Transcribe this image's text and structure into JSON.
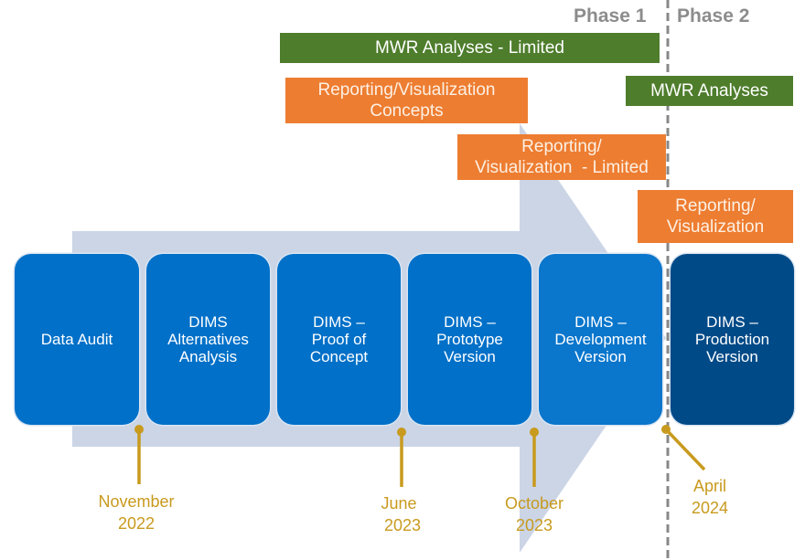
{
  "phases": [
    {
      "label": "Phase 1"
    },
    {
      "label": "Phase 2"
    }
  ],
  "workstreams": [
    {
      "label": "MWR Analyses - Limited",
      "type": "analysis",
      "phase": "Phase 1"
    },
    {
      "label": "Reporting/Visualization Concepts",
      "lines": [
        "Reporting/Visualization",
        "Concepts"
      ],
      "type": "reporting",
      "phase": "Phase 1"
    },
    {
      "label": "MWR Analyses",
      "type": "analysis",
      "phase": "Phase 2"
    },
    {
      "label": "Reporting/ Visualization - Limited",
      "lines": [
        "Reporting/",
        "Visualization  - Limited"
      ],
      "type": "reporting",
      "phase": "Phase 1"
    },
    {
      "label": "Reporting/ Visualization",
      "lines": [
        "Reporting/",
        "Visualization"
      ],
      "type": "reporting",
      "phase": "Phase 2"
    }
  ],
  "stages": [
    {
      "lines": [
        "Data Audit"
      ]
    },
    {
      "lines": [
        "DIMS",
        "Alternatives",
        "Analysis"
      ]
    },
    {
      "lines": [
        "DIMS –",
        "Proof of",
        "Concept"
      ]
    },
    {
      "lines": [
        "DIMS –",
        "Prototype",
        "Version"
      ]
    },
    {
      "lines": [
        "DIMS –",
        "Development",
        "Version"
      ]
    },
    {
      "lines": [
        "DIMS –",
        "Production",
        "Version"
      ]
    }
  ],
  "milestones": [
    {
      "month": "November",
      "year": "2022"
    },
    {
      "month": "June",
      "year": "2023"
    },
    {
      "month": "October",
      "year": "2023"
    },
    {
      "month": "April",
      "year": "2024"
    }
  ],
  "colors": {
    "analysis": "#4e7d2c",
    "reporting": "#ed7d31",
    "stage": "#0070c8",
    "stage_production": "#004a87",
    "milestone": "#c89a1e",
    "arrow": "#cbd5e6",
    "phase_divider": "#888888"
  }
}
